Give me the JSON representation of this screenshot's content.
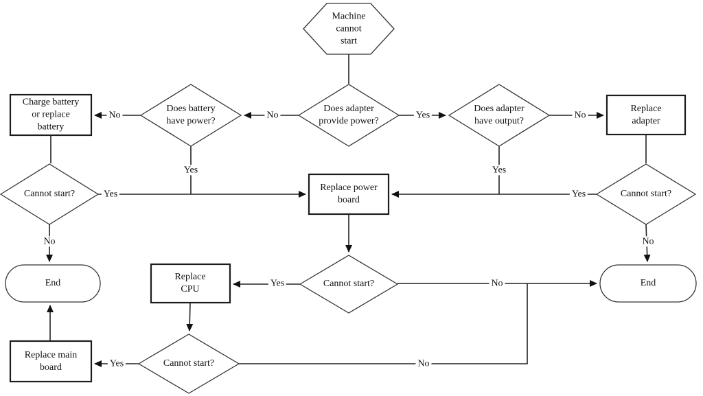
{
  "diagram": {
    "background": "#ffffff",
    "line_color": "#222222",
    "text_color": "#111111",
    "nodes": {
      "start": {
        "shape": "hexagon",
        "label": "Machine\ncannot\nstart"
      },
      "charge_battery": {
        "shape": "process",
        "label": "Charge battery\nor replace\nbattery"
      },
      "battery_power": {
        "shape": "decision",
        "label": "Does battery\nhave power?"
      },
      "adapter_power": {
        "shape": "decision",
        "label": "Does adapter\nprovide power?"
      },
      "adapter_output": {
        "shape": "decision",
        "label": "Does adapter\nhave output?"
      },
      "replace_adapter": {
        "shape": "process",
        "label": "Replace adapter"
      },
      "cannot_start_left": {
        "shape": "decision",
        "label": "Cannot start?"
      },
      "replace_power_board": {
        "shape": "process",
        "label": "Replace power\nboard"
      },
      "cannot_start_right": {
        "shape": "decision",
        "label": "Cannot start?"
      },
      "end_left": {
        "shape": "terminator",
        "label": "End"
      },
      "replace_cpu": {
        "shape": "process",
        "label": "Replace\nCPU"
      },
      "cannot_start_middle": {
        "shape": "decision",
        "label": "Cannot start?"
      },
      "end_right": {
        "shape": "terminator",
        "label": "End"
      },
      "replace_main_board": {
        "shape": "process",
        "label": "Replace main\nboard"
      },
      "cannot_start_bottom": {
        "shape": "decision",
        "label": "Cannot start?"
      }
    },
    "edge_labels": {
      "battery_no": "No",
      "adapter_no": "No",
      "adapter_yes": "Yes",
      "output_no": "No",
      "battery_yes": "Yes",
      "output_yes": "Yes",
      "left_yes": "Yes",
      "right_yes": "Yes",
      "left_no": "No",
      "right_no": "No",
      "middle_yes": "Yes",
      "middle_no": "No",
      "bottom_yes": "Yes",
      "bottom_no": "No"
    }
  }
}
